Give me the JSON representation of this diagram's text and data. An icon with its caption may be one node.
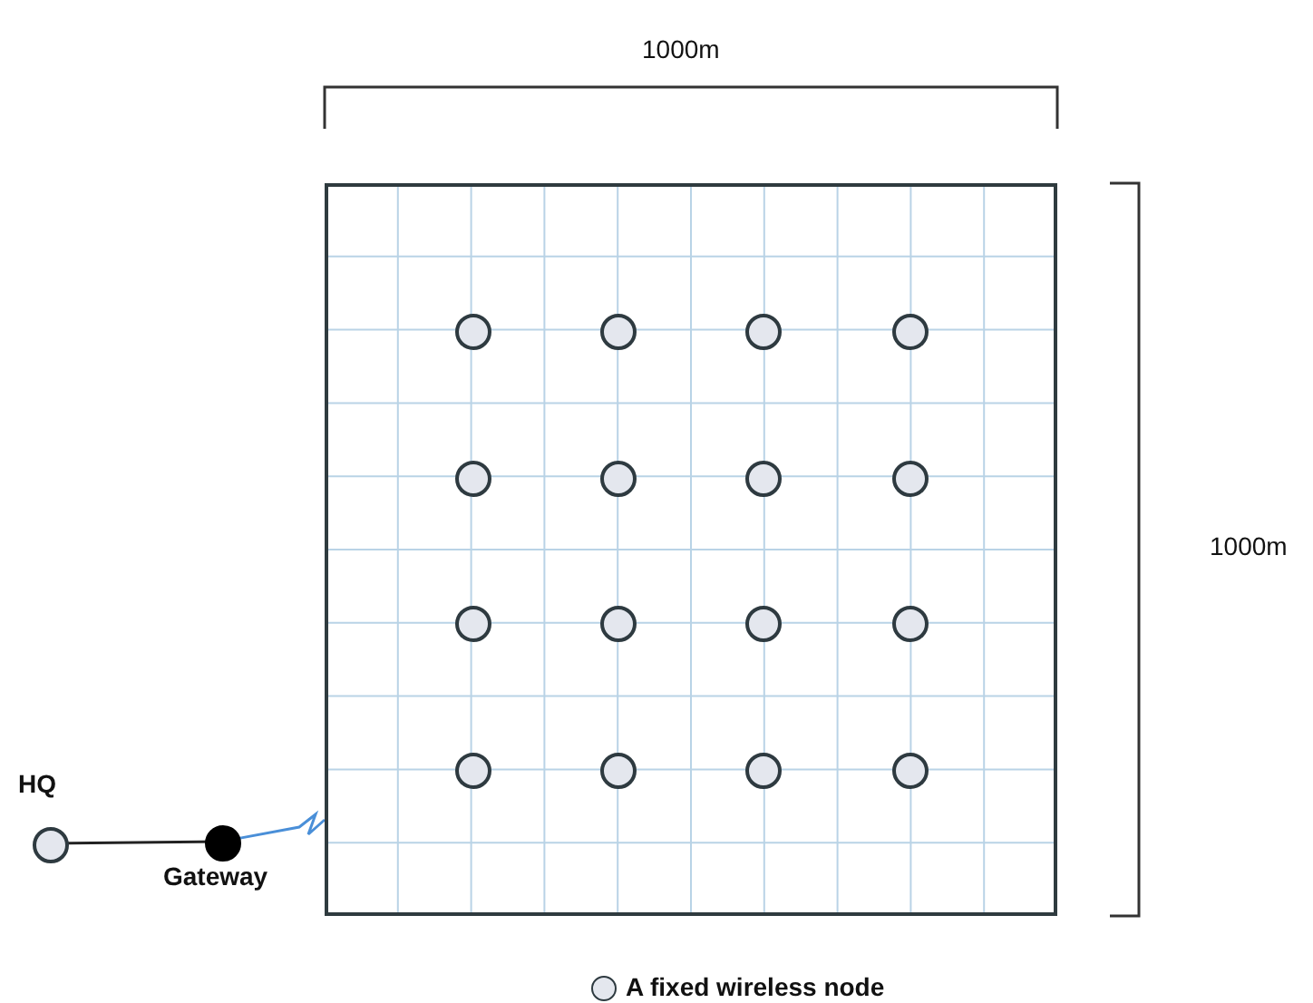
{
  "diagram": {
    "nodes": [
      {
        "text": [
          "HQ"
        ]
      },
      {
        "text": [
          "Gateway"
        ]
      },
      {
        "text": [],
        "shape": "box"
      },
      {
        "text": [],
        "shape": "circle",
        "in": 2
      },
      {
        "text": [],
        "shape": "circle",
        "in": 2
      },
      {
        "text": [],
        "shape": "circle",
        "in": 2
      },
      {
        "text": [],
        "shape": "circle",
        "in": 2
      },
      {
        "text": [],
        "shape": "circle",
        "in": 2
      },
      {
        "text": [],
        "shape": "circle",
        "in": 2
      },
      {
        "text": [],
        "shape": "circle",
        "in": 2
      },
      {
        "text": [],
        "shape": "circle",
        "in": 2
      },
      {
        "text": [],
        "shape": "circle",
        "in": 2
      },
      {
        "text": [],
        "shape": "circle",
        "in": 2
      },
      {
        "text": [],
        "shape": "circle",
        "in": 2
      },
      {
        "text": [],
        "shape": "circle",
        "in": 2
      },
      {
        "text": [],
        "shape": "circle",
        "in": 2
      },
      {
        "text": [],
        "shape": "circle",
        "in": 2
      },
      {
        "text": [],
        "shape": "circle",
        "in": 2
      },
      {
        "text": [],
        "shape": "circle",
        "in": 2
      }
    ],
    "edges": [
      {
        "from": 0,
        "to": 1,
        "arrow": "none"
      },
      {
        "from": 1,
        "to": 2,
        "arrow": "none",
        "color": "#4a8fd8"
      }
    ],
    "labels": [
      "1000m",
      "1000m"
    ],
    "legend": [
      {
        "text": "A fixed wireless node"
      }
    ]
  }
}
